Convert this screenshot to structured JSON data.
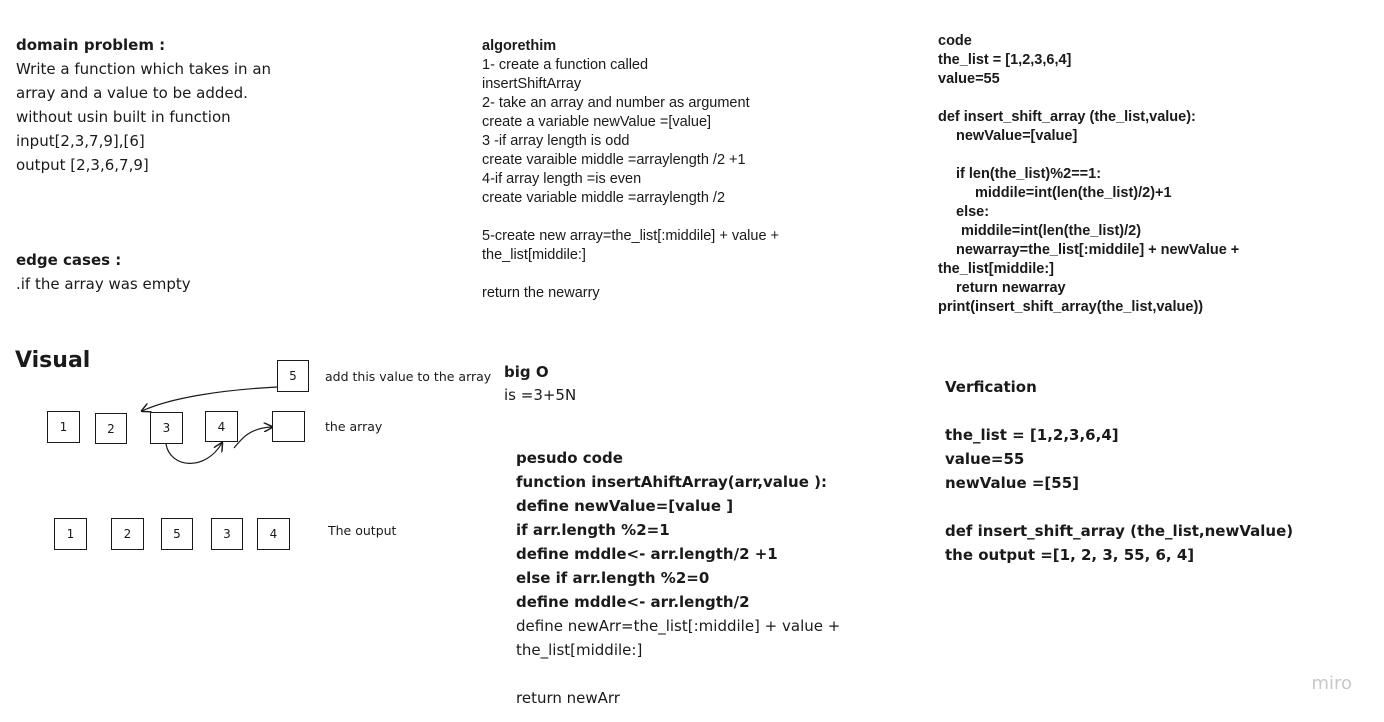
{
  "domain_problem": {
    "title": "domain problem :",
    "lines": [
      "Write a function which takes in an",
      "array and a value to be added.",
      "without  usin built in function",
      "input[2,3,7,9],[6]",
      "output [2,3,6,7,9]"
    ]
  },
  "edge_cases": {
    "title": "edge cases :",
    "lines": [
      ".if the array was empty"
    ]
  },
  "algorithm": {
    "title": "algorethim",
    "lines": [
      "1- create a function called",
      "insertShiftArray",
      " 2- take an array and number as  argument",
      "create a variable newValue =[value]",
      "3 -if array length is odd",
      " create varaible middle =arraylength /2 +1",
      "4-if  array length =is even",
      "create  variable middle =arraylength /2",
      "",
      "5-create new array=the_list[:middile] + value +",
      "the_list[middile:]",
      "",
      "return  the  newarry"
    ]
  },
  "code": {
    "lines": [
      "code",
      "the_list = [1,2,3,6,4]",
      "value=55",
      "",
      "def insert_shift_array (the_list,value):",
      "    newValue=[value]",
      "",
      "    if len(the_list)%2==1:",
      "        middile=int(len(the_list)/2)+1",
      "    else:",
      "     middile=int(len(the_list)/2)",
      "    newarray=the_list[:middile] + newValue +",
      "the_list[middile:]",
      "    return newarray",
      "print(insert_shift_array(the_list,value))"
    ]
  },
  "visual": {
    "title": "Visual",
    "value_box": "5",
    "value_label": "add this value  to the array",
    "array_label": "the array",
    "output_label": "The output",
    "array": [
      "1",
      "2",
      "3",
      "4",
      ""
    ],
    "output": [
      "1",
      "2",
      "5",
      "3",
      "4"
    ]
  },
  "big_o": {
    "title": "big O",
    "value": " is =3+5N"
  },
  "pseudo": {
    "bold_lines": [
      "pesudo code",
      "function  insertAhiftArray(arr,value ):",
      "define  newValue=[value ]",
      "if arr.length %2=1",
      "define mddle<- arr.length/2 +1",
      "else if arr.length %2=0",
      "define mddle<- arr.length/2"
    ],
    "plain_lines": [
      "define newArr=the_list[:middile] + value +",
      "the_list[middile:]",
      "",
      "return newArr"
    ]
  },
  "verification": {
    "lines": [
      "Verfication",
      "",
      "the_list = [1,2,3,6,4]",
      "value=55",
      "newValue =[55]",
      "",
      "def insert_shift_array (the_list,newValue)",
      "the  output =[1, 2, 3, 55, 6, 4]"
    ]
  },
  "brand": "miro"
}
